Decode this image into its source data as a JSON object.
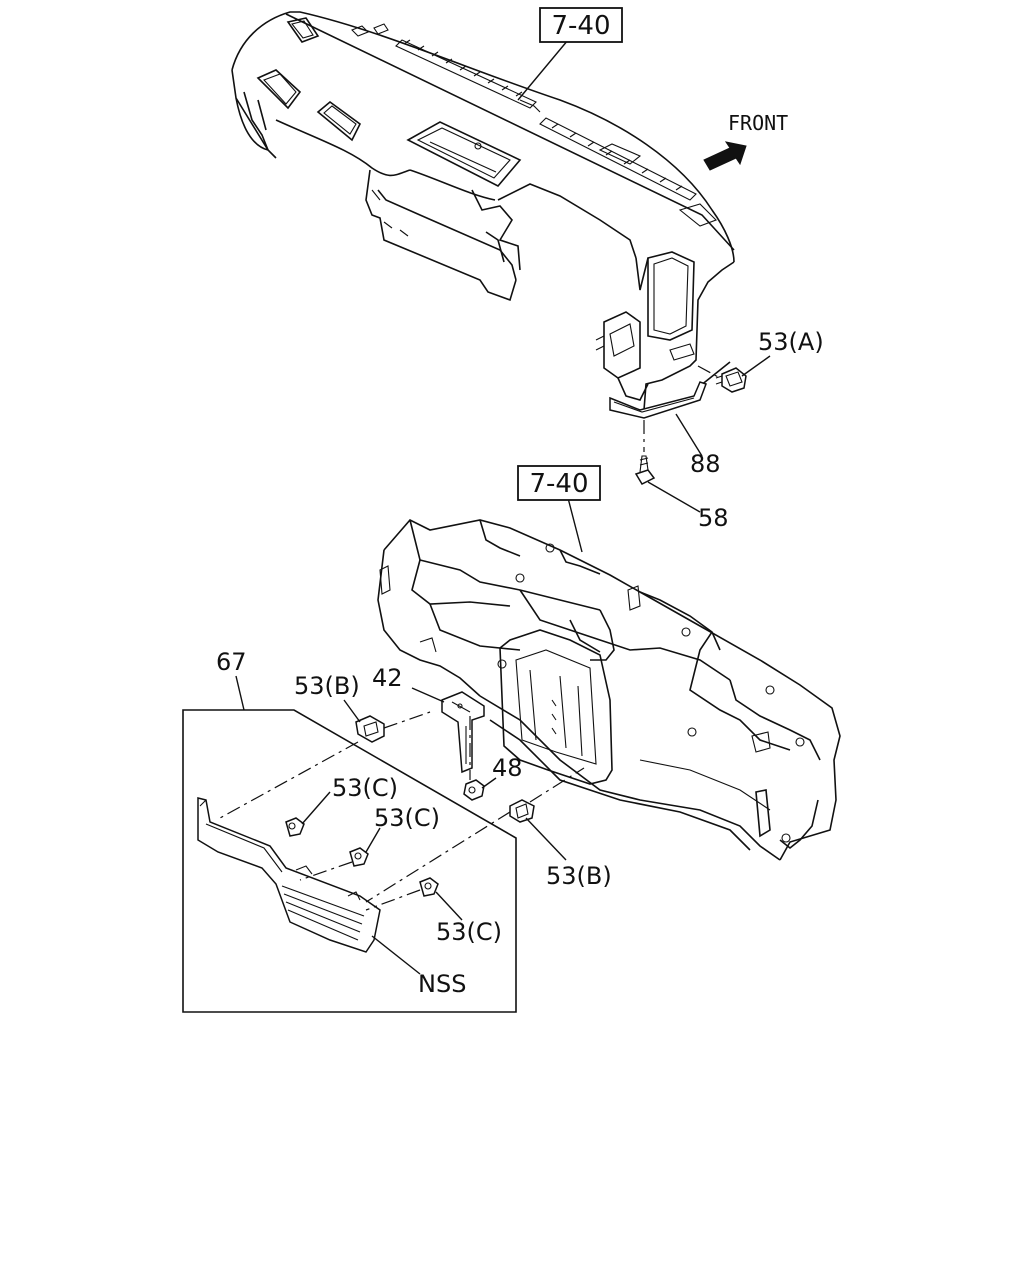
{
  "diagram": {
    "direction_label": "FRONT",
    "refs": {
      "upper_panel": "7-40",
      "lower_frame": "7-40"
    },
    "callouts": {
      "clip_a": "53(A)",
      "bracket_88": "88",
      "screw_58": "58",
      "assembly_67": "67",
      "clip_b_top": "53(B)",
      "bracket_42": "42",
      "nut_48": "48",
      "clip_c_1": "53(C)",
      "clip_c_2": "53(C)",
      "clip_b_bottom": "53(B)",
      "clip_c_3": "53(C)",
      "nss": "NSS"
    },
    "icons": [
      "front-arrow-icon"
    ]
  }
}
